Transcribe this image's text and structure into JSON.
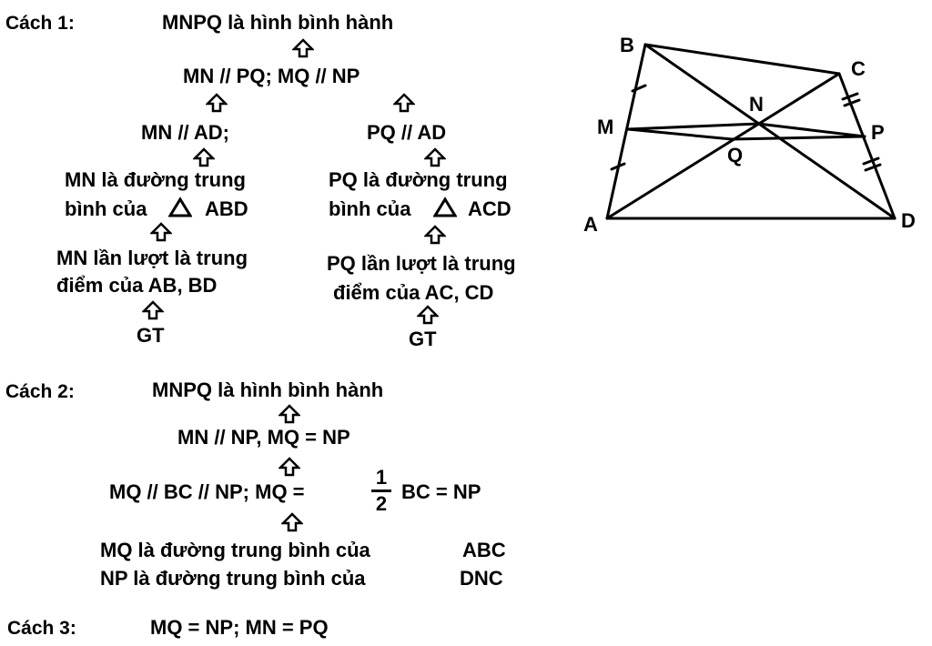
{
  "method1": {
    "label": "Cách 1:",
    "goal": "MNPQ là hình bình hành",
    "parallel_pair": "MN // PQ; MQ // NP",
    "left": {
      "step1": "MN // AD;",
      "step2a": "MN là đường trung",
      "step2b_pre": "bình của",
      "step2b_post": "ABD",
      "step3a": "MN lần lượt là trung",
      "step3b": "điểm của AB, BD",
      "given": "GT"
    },
    "right": {
      "step1": "PQ // AD",
      "step2a": "PQ là đường trung",
      "step2b_pre": "bình của",
      "step2b_post": "ACD",
      "step3a": "PQ lần lượt là trung",
      "step3b": "điểm của AC, CD",
      "given": "GT"
    }
  },
  "method2": {
    "label": "Cách 2:",
    "goal": "MNPQ là hình bình hành",
    "line1": "MN // NP, MQ = NP",
    "line2_pre": "MQ // BC // NP; MQ =",
    "frac_num": "1",
    "frac_den": "2",
    "line2_post": "BC = NP",
    "line3a": "MQ là đường trung bình của",
    "line3a_tri": "ABC",
    "line3b": "NP là đường trung bình của",
    "line3b_tri": "DNC"
  },
  "method3": {
    "label": "Cách 3:",
    "text": "MQ = NP; MN = PQ"
  },
  "figure": {
    "points": {
      "A": "A",
      "B": "B",
      "C": "C",
      "D": "D",
      "M": "M",
      "N": "N",
      "P": "P",
      "Q": "Q"
    }
  }
}
